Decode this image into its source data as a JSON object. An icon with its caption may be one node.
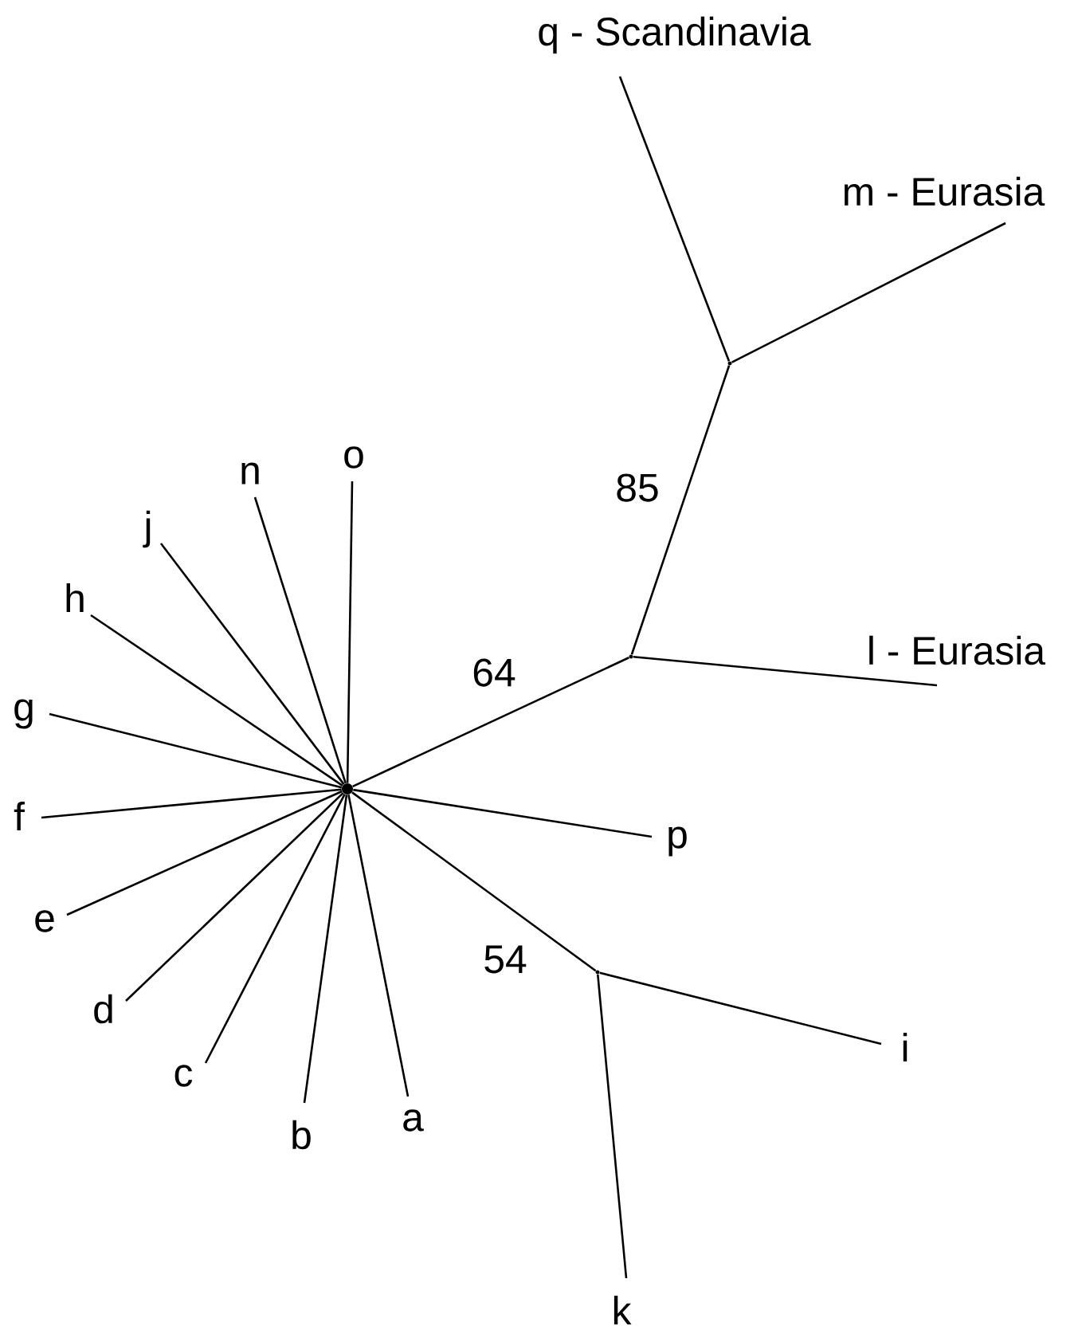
{
  "diagram": {
    "nodes": [
      {
        "text": [
          "q - Scandinavia"
        ]
      },
      {
        "text": [
          "m - Eurasia"
        ]
      },
      {
        "text": [
          "o"
        ]
      },
      {
        "text": [
          "n"
        ]
      },
      {
        "text": [
          "j"
        ]
      },
      {
        "text": [
          "h"
        ]
      },
      {
        "text": [
          "l - Eurasia"
        ]
      },
      {
        "text": [
          "g"
        ]
      },
      {
        "text": [
          "f"
        ]
      },
      {
        "text": [
          "p"
        ]
      },
      {
        "text": [
          "e"
        ]
      },
      {
        "text": [
          "d"
        ]
      },
      {
        "text": [
          "c"
        ]
      },
      {
        "text": [
          "b"
        ]
      },
      {
        "text": [
          "a"
        ]
      },
      {
        "text": [
          "i"
        ]
      },
      {
        "text": [
          "k"
        ]
      },
      {
        "text": [],
        "shape": "dot"
      },
      {
        "text": [],
        "shape": "point"
      },
      {
        "text": [],
        "shape": "point"
      },
      {
        "text": [],
        "shape": "point"
      }
    ],
    "edges": [
      {
        "from": 17,
        "to": 18,
        "arrow": "none",
        "label": "64"
      },
      {
        "from": 18,
        "to": 19,
        "arrow": "none",
        "label": "85"
      },
      {
        "from": 19,
        "to": 0,
        "arrow": "none"
      },
      {
        "from": 19,
        "to": 1,
        "arrow": "none"
      },
      {
        "from": 18,
        "to": 6,
        "arrow": "none"
      },
      {
        "from": 17,
        "to": 20,
        "arrow": "none",
        "label": "54"
      },
      {
        "from": 20,
        "to": 15,
        "arrow": "none"
      },
      {
        "from": 20,
        "to": 16,
        "arrow": "none"
      },
      {
        "from": 17,
        "to": 2,
        "arrow": "none"
      },
      {
        "from": 17,
        "to": 3,
        "arrow": "none"
      },
      {
        "from": 17,
        "to": 4,
        "arrow": "none"
      },
      {
        "from": 17,
        "to": 5,
        "arrow": "none"
      },
      {
        "from": 17,
        "to": 7,
        "arrow": "none"
      },
      {
        "from": 17,
        "to": 8,
        "arrow": "none"
      },
      {
        "from": 17,
        "to": 9,
        "arrow": "none"
      },
      {
        "from": 17,
        "to": 10,
        "arrow": "none"
      },
      {
        "from": 17,
        "to": 11,
        "arrow": "none"
      },
      {
        "from": 17,
        "to": 12,
        "arrow": "none"
      },
      {
        "from": 17,
        "to": 13,
        "arrow": "none"
      },
      {
        "from": 17,
        "to": 14,
        "arrow": "none"
      }
    ]
  }
}
